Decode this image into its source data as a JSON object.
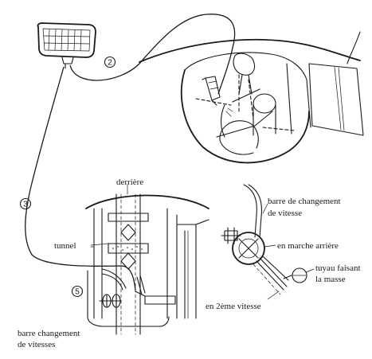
{
  "callouts": {
    "c2": "2",
    "c3": "3",
    "c5": "5"
  },
  "labels": {
    "derriere": "derrière",
    "tunnel": "tunnel",
    "barre_changement_vitesses_line1": "barre changement",
    "barre_changement_vitesses_line2": "de vitesses",
    "barre_de_changement_line1": "barre de changement",
    "barre_de_changement_line2": "de vitesse",
    "marche_arriere": "en marche arrière",
    "tuyau_line1": "tuyau faisant",
    "tuyau_line2": "la masse",
    "deuxieme_vitesse": "en 2ème vitesse"
  }
}
